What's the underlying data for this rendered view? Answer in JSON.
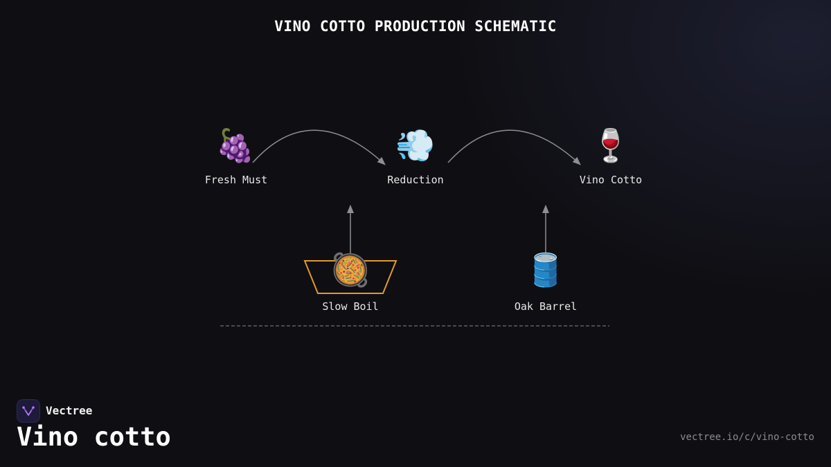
{
  "diagram": {
    "title": "VINO COTTO PRODUCTION SCHEMATIC",
    "nodes": [
      {
        "id": "fresh-must",
        "label": "Fresh Must",
        "icon": "grapes-icon",
        "glyph": "🍇"
      },
      {
        "id": "reduction",
        "label": "Reduction",
        "icon": "steam-icon",
        "glyph": "💨"
      },
      {
        "id": "vino-cotto",
        "label": "Vino Cotto",
        "icon": "wine-glass-icon",
        "glyph": "🍷"
      },
      {
        "id": "slow-boil",
        "label": "Slow Boil",
        "icon": "cooking-pan-icon",
        "glyph": "🥘"
      },
      {
        "id": "oak-barrel",
        "label": "Oak Barrel",
        "icon": "barrel-icon",
        "glyph": "🛢️"
      }
    ],
    "edges": [
      {
        "from": "fresh-must",
        "to": "reduction",
        "style": "curved"
      },
      {
        "from": "reduction",
        "to": "vino-cotto",
        "style": "curved"
      },
      {
        "from": "slow-boil",
        "to": "reduction",
        "style": "straight"
      },
      {
        "from": "oak-barrel",
        "to": "vino-cotto",
        "style": "straight"
      }
    ],
    "colors": {
      "arrow": "#8e8e93",
      "vessel": "#e39a2a",
      "divider": "#6e6e74",
      "accent": "#8b4fd8"
    }
  },
  "brand": {
    "name": "Vectree",
    "icon": "vectree-logo-icon"
  },
  "footer": {
    "title": "Vino cotto",
    "url": "vectree.io/c/vino-cotto"
  }
}
